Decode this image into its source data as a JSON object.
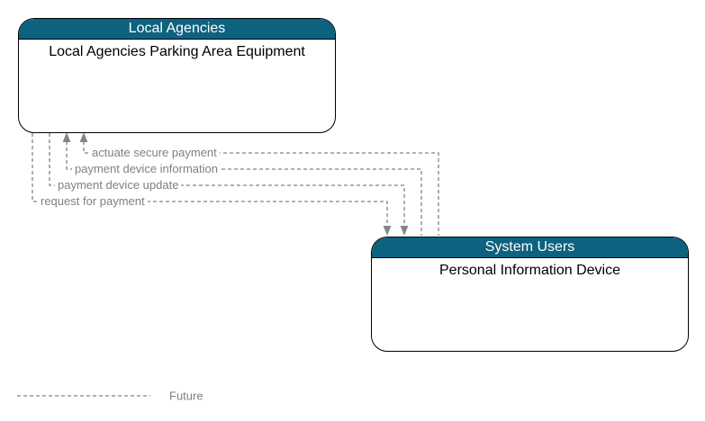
{
  "diagram": {
    "type": "interconnect-context-diagram",
    "entities": [
      {
        "domain": "Local Agencies",
        "name": "Local Agencies Parking Area Equipment"
      },
      {
        "domain": "System Users",
        "name": "Personal Information Device"
      }
    ],
    "flows": [
      {
        "label": "actuate secure payment",
        "from": "Personal Information Device",
        "to": "Local Agencies Parking Area Equipment",
        "status": "future",
        "line_style": "dashed"
      },
      {
        "label": "payment device information",
        "from": "Personal Information Device",
        "to": "Local Agencies Parking Area Equipment",
        "status": "future",
        "line_style": "dashed"
      },
      {
        "label": "payment device update",
        "from": "Local Agencies Parking Area Equipment",
        "to": "Personal Information Device",
        "status": "future",
        "line_style": "dashed"
      },
      {
        "label": "request for payment",
        "from": "Local Agencies Parking Area Equipment",
        "to": "Personal Information Device",
        "status": "future",
        "line_style": "dashed"
      }
    ],
    "legend": {
      "line_style": "dashed",
      "label": "Future"
    },
    "colors": {
      "header_bg": "#0d627f",
      "header_text": "#ffffff",
      "entity_border": "#000000",
      "entity_bg": "#ffffff",
      "flow_line": "#848484",
      "flow_label_text": "#808080",
      "background": "#ffffff"
    }
  }
}
